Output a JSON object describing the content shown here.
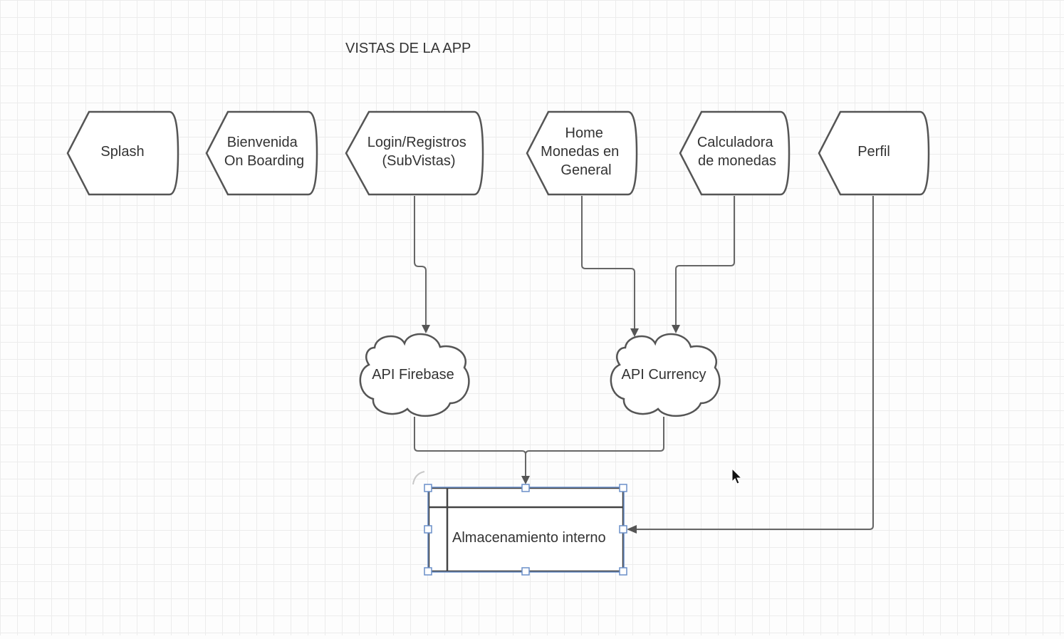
{
  "title": "VISTAS DE LA APP",
  "views": [
    {
      "lines": [
        "Splash"
      ]
    },
    {
      "lines": [
        "Bienvenida",
        "On Boarding"
      ]
    },
    {
      "lines": [
        "Login/Registros",
        "(SubVistas)"
      ]
    },
    {
      "lines": [
        "Home",
        "Monedas en",
        "General"
      ]
    },
    {
      "lines": [
        "Calculadora",
        "de monedas"
      ]
    },
    {
      "lines": [
        "Perfil"
      ]
    }
  ],
  "apis": [
    {
      "label": "API Firebase"
    },
    {
      "label": "API Currency"
    }
  ],
  "storage": {
    "label": "Almacenamiento interno"
  },
  "colors": {
    "stroke": "#555555",
    "connector": "#666666",
    "selection": "#6a8fc9"
  }
}
